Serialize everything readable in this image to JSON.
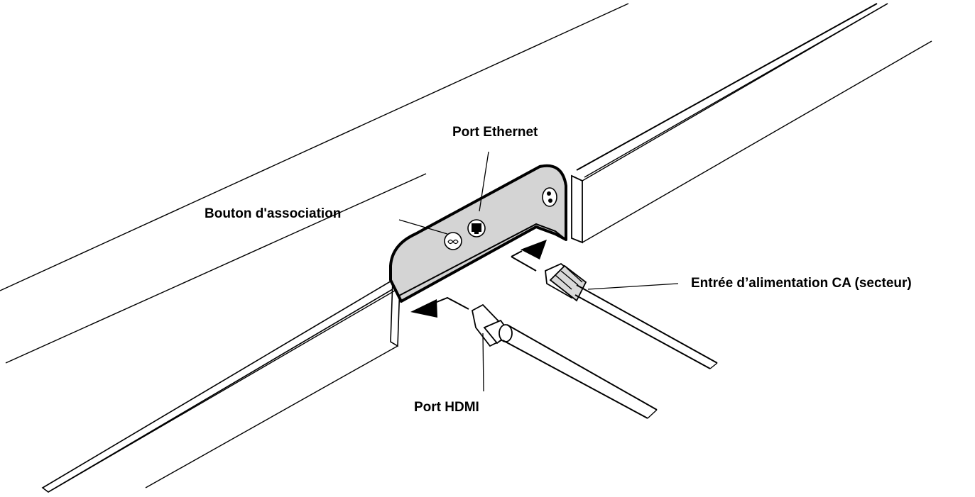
{
  "labels": {
    "ethernet_port": "Port Ethernet",
    "pairing_button": "Bouton d'association",
    "ac_power_input": "Entrée d’alimentation CA (secteur)",
    "hdmi_port": "Port HDMI"
  },
  "icons": {
    "pairing": "infinity-icon",
    "ethernet": "ethernet-jack-icon",
    "power": "figure-eight-power-socket-icon"
  },
  "colors": {
    "panel_fill": "#d4d4d4",
    "line": "#000000",
    "background": "#ffffff"
  }
}
